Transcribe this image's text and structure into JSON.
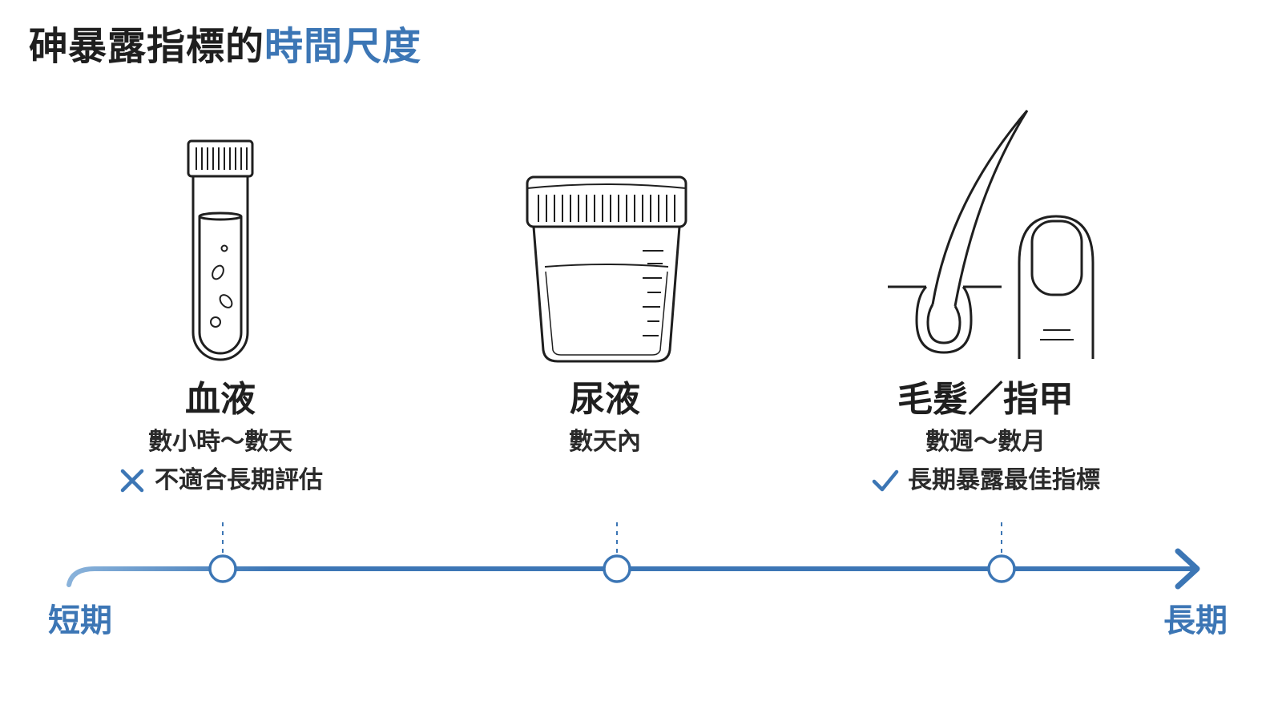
{
  "title": {
    "main": "砷暴露指標的",
    "accent": "時間尺度"
  },
  "colors": {
    "accent": "#3c76b5",
    "axis_light": "#8ab3db",
    "ink": "#1f1f1f"
  },
  "items": [
    {
      "icon": "test-tube-icon",
      "name": "血液",
      "period": "數小時～數天",
      "note_icon": "cross-icon",
      "note": "不適合長期評估"
    },
    {
      "icon": "specimen-cup-icon",
      "name": "尿液",
      "period": "數天內"
    },
    {
      "icon": "hair-and-nail-icon",
      "name": "毛髮／指甲",
      "period": "數週～數月",
      "note_icon": "check-icon",
      "note": "長期暴露最佳指標"
    }
  ],
  "axis": {
    "start_label": "短期",
    "end_label": "長期"
  }
}
